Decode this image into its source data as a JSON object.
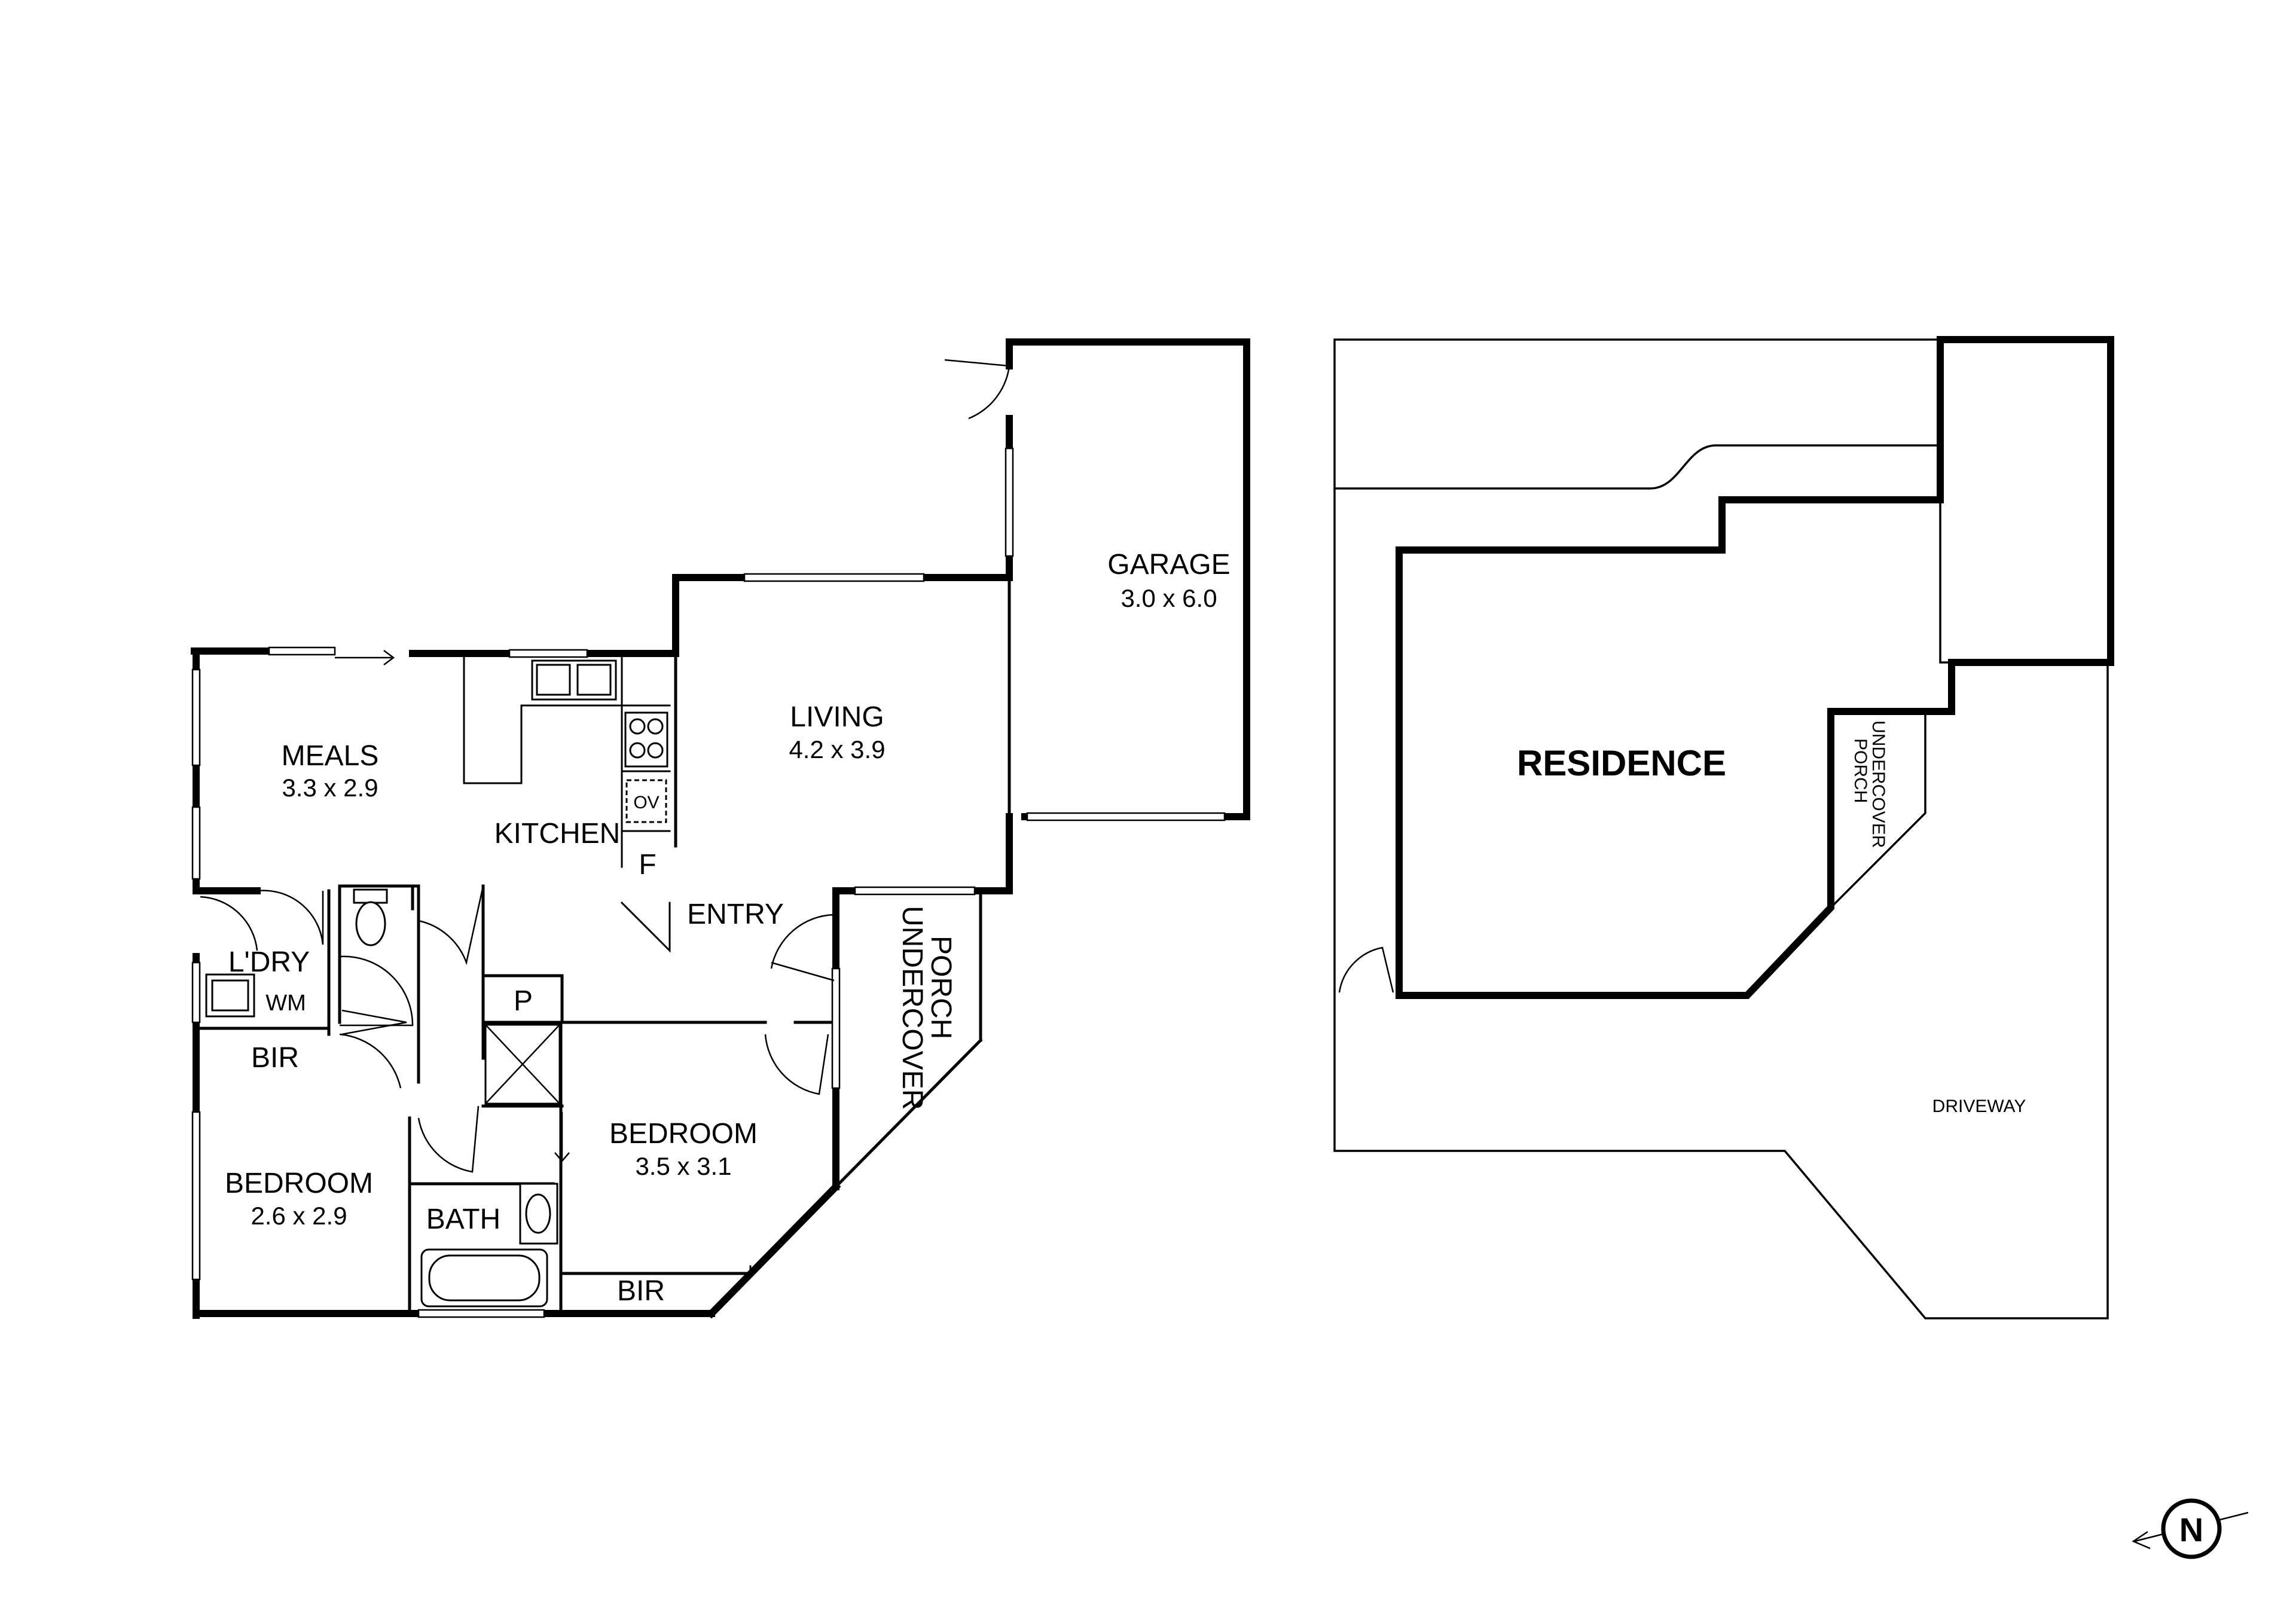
{
  "rooms": {
    "garage": {
      "name": "GARAGE",
      "size": "3.0 x 6.0"
    },
    "living": {
      "name": "LIVING",
      "size": "4.2 x 3.9"
    },
    "meals": {
      "name": "MEALS",
      "size": "3.3 x 2.9"
    },
    "kitchen": {
      "name": "KITCHEN"
    },
    "fridge": {
      "name": "F"
    },
    "entry": {
      "name": "ENTRY"
    },
    "undercover_porch": {
      "line1": "UNDERCOVER",
      "line2": "PORCH"
    },
    "laundry": {
      "name": "L'DRY",
      "wm": "WM"
    },
    "bir_laundry": {
      "name": "BIR"
    },
    "pantry": {
      "name": "P"
    },
    "bedroom2": {
      "name": "BEDROOM",
      "size": "2.6 x 2.9"
    },
    "bath": {
      "name": "BATH"
    },
    "bedroom1": {
      "name": "BEDROOM",
      "size": "3.5 x 3.1"
    },
    "bir_bedroom": {
      "name": "BIR"
    },
    "oven": {
      "name": "OV"
    }
  },
  "site": {
    "residence": "RESIDENCE",
    "porch_line1": "UNDERCOVER",
    "porch_line2": "PORCH",
    "driveway": "DRIVEWAY"
  },
  "compass": {
    "label": "N"
  }
}
